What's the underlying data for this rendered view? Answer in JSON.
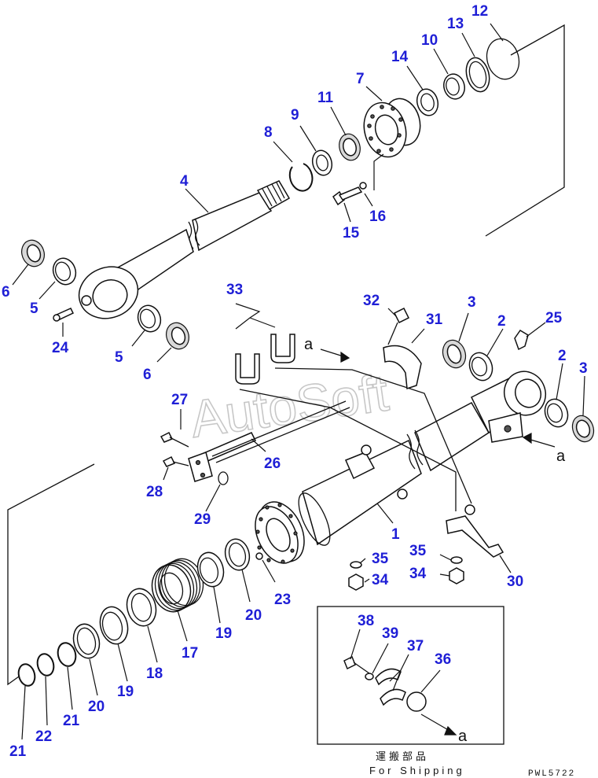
{
  "watermark": "AutoSoft",
  "figure_code": "PWL5722",
  "shipping_box": {
    "caption_jp": "運搬部品",
    "caption_en": "For Shipping"
  },
  "reference_letter": "a",
  "colors": {
    "part_number": "#1f1fd6",
    "line": "#111111",
    "watermark": "#9a9a9a"
  },
  "callouts": [
    {
      "id": "p12",
      "label": "12"
    },
    {
      "id": "p13",
      "label": "13"
    },
    {
      "id": "p10",
      "label": "10"
    },
    {
      "id": "p14",
      "label": "14"
    },
    {
      "id": "p7",
      "label": "7"
    },
    {
      "id": "p11",
      "label": "11"
    },
    {
      "id": "p9",
      "label": "9"
    },
    {
      "id": "p8",
      "label": "8"
    },
    {
      "id": "p4",
      "label": "4"
    },
    {
      "id": "p16",
      "label": "16"
    },
    {
      "id": "p15",
      "label": "15"
    },
    {
      "id": "p6a",
      "label": "6"
    },
    {
      "id": "p5a",
      "label": "5"
    },
    {
      "id": "p24",
      "label": "24"
    },
    {
      "id": "p5b",
      "label": "5"
    },
    {
      "id": "p6b",
      "label": "6"
    },
    {
      "id": "p33",
      "label": "33"
    },
    {
      "id": "p32",
      "label": "32"
    },
    {
      "id": "p31",
      "label": "31"
    },
    {
      "id": "p3a",
      "label": "3"
    },
    {
      "id": "p2a",
      "label": "2"
    },
    {
      "id": "p25",
      "label": "25"
    },
    {
      "id": "p2b",
      "label": "2"
    },
    {
      "id": "p3b",
      "label": "3"
    },
    {
      "id": "p27",
      "label": "27"
    },
    {
      "id": "p26",
      "label": "26"
    },
    {
      "id": "p28",
      "label": "28"
    },
    {
      "id": "p29",
      "label": "29"
    },
    {
      "id": "p1",
      "label": "1"
    },
    {
      "id": "p35a",
      "label": "35"
    },
    {
      "id": "p34a",
      "label": "34"
    },
    {
      "id": "p35b",
      "label": "35"
    },
    {
      "id": "p34b",
      "label": "34"
    },
    {
      "id": "p30",
      "label": "30"
    },
    {
      "id": "p23",
      "label": "23"
    },
    {
      "id": "p20a",
      "label": "20"
    },
    {
      "id": "p19a",
      "label": "19"
    },
    {
      "id": "p17",
      "label": "17"
    },
    {
      "id": "p18",
      "label": "18"
    },
    {
      "id": "p19b",
      "label": "19"
    },
    {
      "id": "p20b",
      "label": "20"
    },
    {
      "id": "p21a",
      "label": "21"
    },
    {
      "id": "p22",
      "label": "22"
    },
    {
      "id": "p21b",
      "label": "21"
    },
    {
      "id": "p38",
      "label": "38"
    },
    {
      "id": "p39",
      "label": "39"
    },
    {
      "id": "p37",
      "label": "37"
    },
    {
      "id": "p36",
      "label": "36"
    }
  ]
}
